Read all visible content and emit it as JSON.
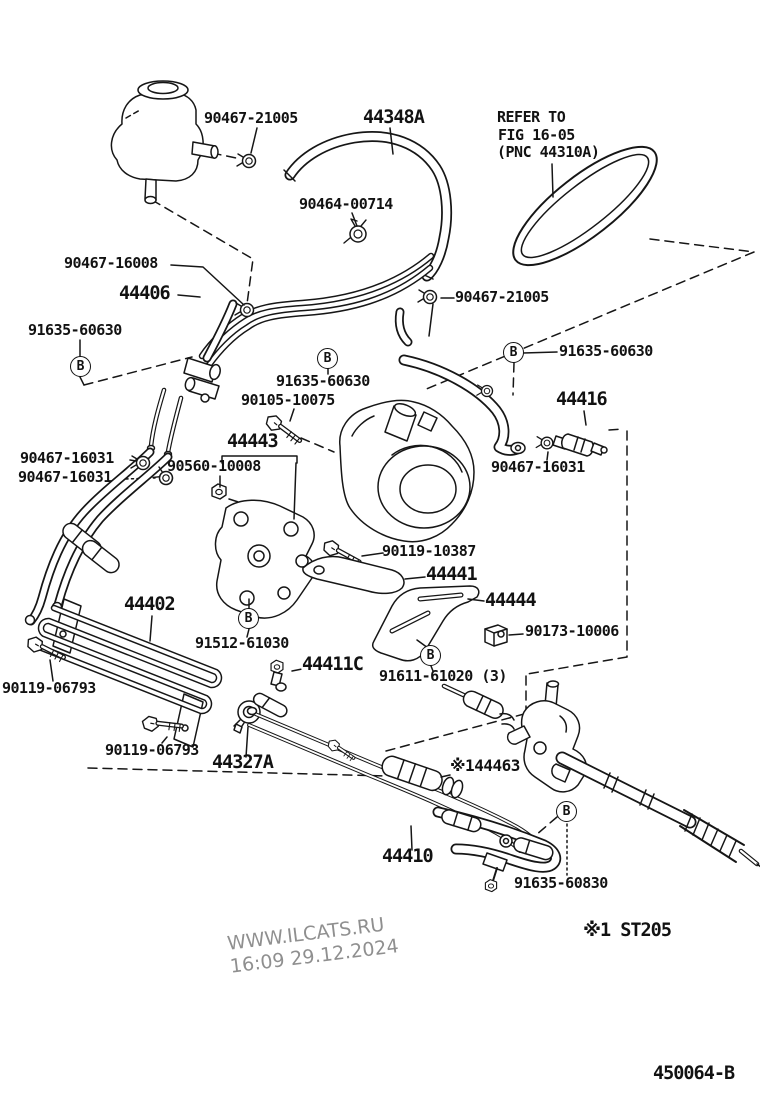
{
  "page": {
    "background": "#ffffff",
    "ink": "#161616"
  },
  "marker": {
    "letter": "B"
  },
  "refer_note": {
    "line1": "REFER TO",
    "line2": "FIG 16-05",
    "line3": "(PNC 44310A)"
  },
  "watermark": {
    "line1": "WWW.ILCATS.RU",
    "line2": "16:09 29.12.2024"
  },
  "footer": {
    "figure_code": "450064-B",
    "model_note": "※1 ST205"
  },
  "labels": {
    "l01": "90467-21005",
    "l02": "44348A",
    "l03": "90464-00714",
    "l04": "90467-16008",
    "l05": "44406",
    "l06": "91635-60630",
    "l07": "90467-21005",
    "l08": "91635-60630",
    "l09": "91635-60630",
    "l10": "90105-10075",
    "l11": "44443",
    "l12": "90467-16031",
    "l13": "90560-10008",
    "l14": "90467-16031",
    "l15": "44416",
    "l16": "90467-16031",
    "l17": "90119-10387",
    "l18": "44441",
    "l19": "44444",
    "l20": "90173-10006",
    "l21": "44402",
    "l22": "91512-61030",
    "l23": "90119-06793",
    "l24": "44411C",
    "l25": "91611-61020 (3)",
    "l26": "90119-06793",
    "l27": "44327A",
    "l28": "※144463",
    "l29": "44410",
    "l30": "91635-60830"
  }
}
